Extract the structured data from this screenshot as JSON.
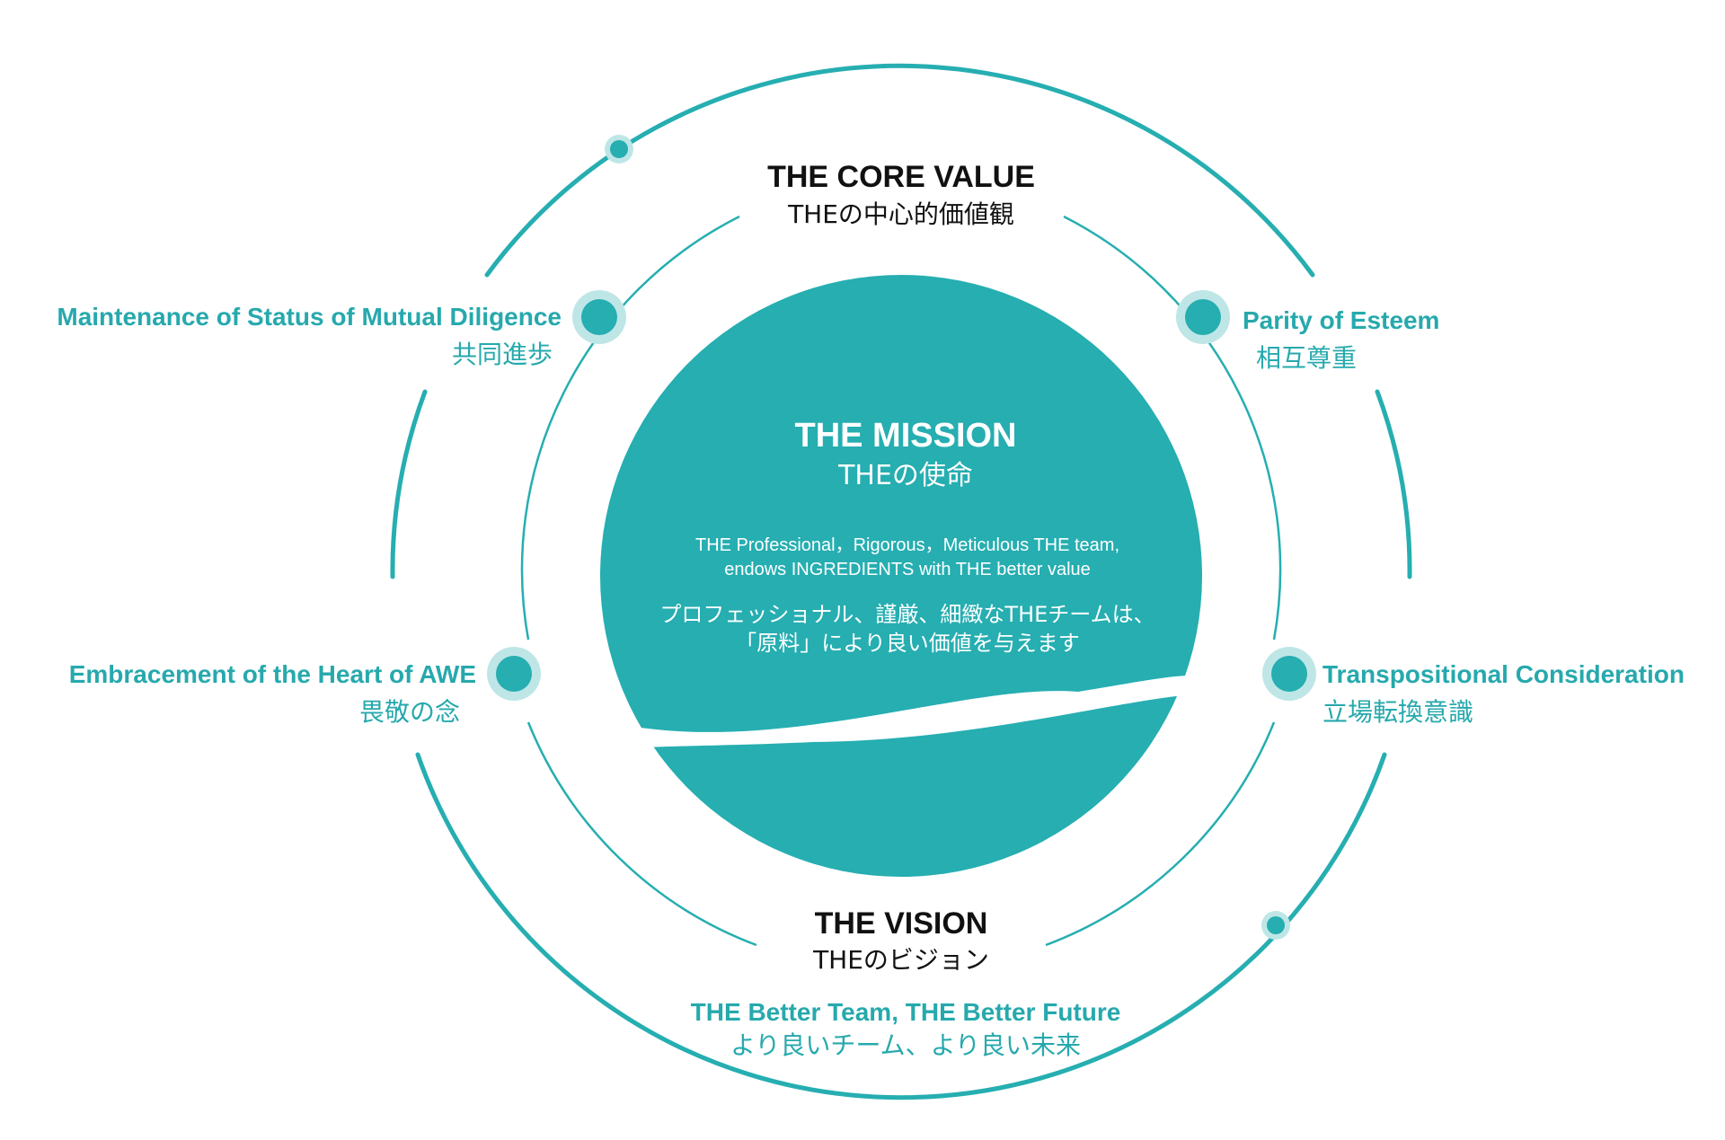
{
  "core_value": {
    "title": "THE CORE VALUE",
    "subtitle": "THEの中心的価値観"
  },
  "mission": {
    "title": "THE MISSION",
    "subtitle": "THEの使命",
    "en_line1": "THE Professional，Rigorous，Meticulous THE team,",
    "en_line2": "endows INGREDIENTS with THE better value",
    "jp_line1": "プロフェッショナル、謹厳、細緻なTHEチームは、",
    "jp_line2": "「原料」により良い価値を与えます"
  },
  "vision": {
    "title": "THE VISION",
    "subtitle": "THEのビジョン",
    "slogan_en": "THE Better Team, THE Better Future",
    "slogan_jp": "より良いチーム、より良い未来"
  },
  "values": [
    {
      "en": "Maintenance of Status of Mutual Diligence",
      "jp": "共同進歩"
    },
    {
      "en": "Parity of Esteem",
      "jp": "相互尊重"
    },
    {
      "en": "Embracement of the Heart of AWE",
      "jp": "畏敬の念"
    },
    {
      "en": "Transpositional Consideration",
      "jp": "立場転換意識"
    }
  ],
  "colors": {
    "teal": "#26aeb1",
    "teal_text": "#26a9ad",
    "halo": "#bfe6e7",
    "black": "#111111",
    "white": "#ffffff"
  }
}
